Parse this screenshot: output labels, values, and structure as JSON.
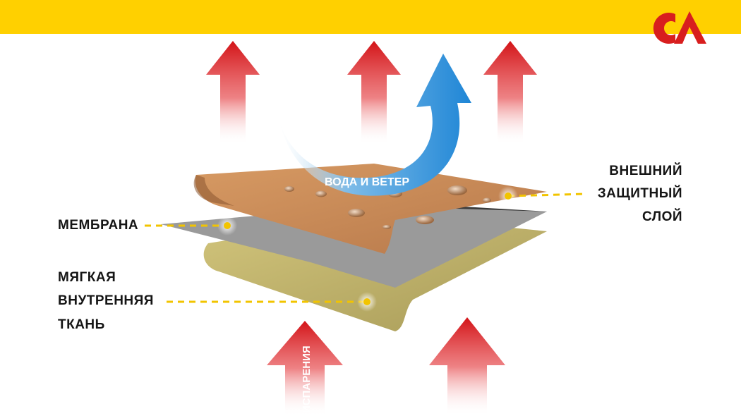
{
  "colors": {
    "brand_yellow": "#ffd000",
    "logo_red": "#d81e1e",
    "arrow_red": "#d31317",
    "arrow_blue": "#1f86d6",
    "outer_layer": "#c98a55",
    "membrane_layer": "#9a9a9a",
    "inner_layer": "#b9ad66",
    "dashed_line": "#f2c400"
  },
  "logo": {
    "icon": "ca-logo-icon"
  },
  "diagram": {
    "wind_label": "ВОДА И ВЕТЕР",
    "vapor_label": "ИСПАРЕНИЯ",
    "outer_label": [
      "ВНЕШНИЙ",
      "ЗАЩИТНЫЙ",
      "СЛОЙ"
    ],
    "membrane_label": "МЕМБРАНА",
    "inner_label": [
      "МЯГКАЯ",
      "ВНУТРЕННЯЯ",
      "ТКАНЬ"
    ]
  }
}
